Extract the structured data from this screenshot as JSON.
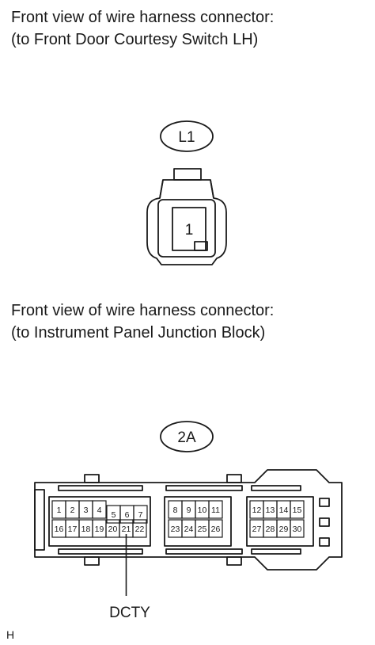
{
  "captions": {
    "connector_1": {
      "line1": "Front view of wire harness connector:",
      "line2": "(to Front Door Courtesy Switch LH)"
    },
    "connector_2": {
      "line1": "Front view of wire harness connector:",
      "line2": "(to Instrument Panel Junction Block)"
    }
  },
  "connector_1": {
    "id": "L1",
    "pins": [
      "1"
    ]
  },
  "connector_2": {
    "id": "2A",
    "pins": [
      "1",
      "2",
      "3",
      "4",
      "5",
      "6",
      "7",
      "8",
      "9",
      "10",
      "11",
      "12",
      "13",
      "14",
      "15",
      "16",
      "17",
      "18",
      "19",
      "20",
      "21",
      "22",
      "23",
      "24",
      "25",
      "26",
      "27",
      "28",
      "29",
      "30"
    ],
    "terminal_label": "DCTY",
    "terminal_pin": "21"
  },
  "footer_code": "H",
  "colors": {
    "line": "#1a1a1a",
    "background": "#ffffff"
  }
}
